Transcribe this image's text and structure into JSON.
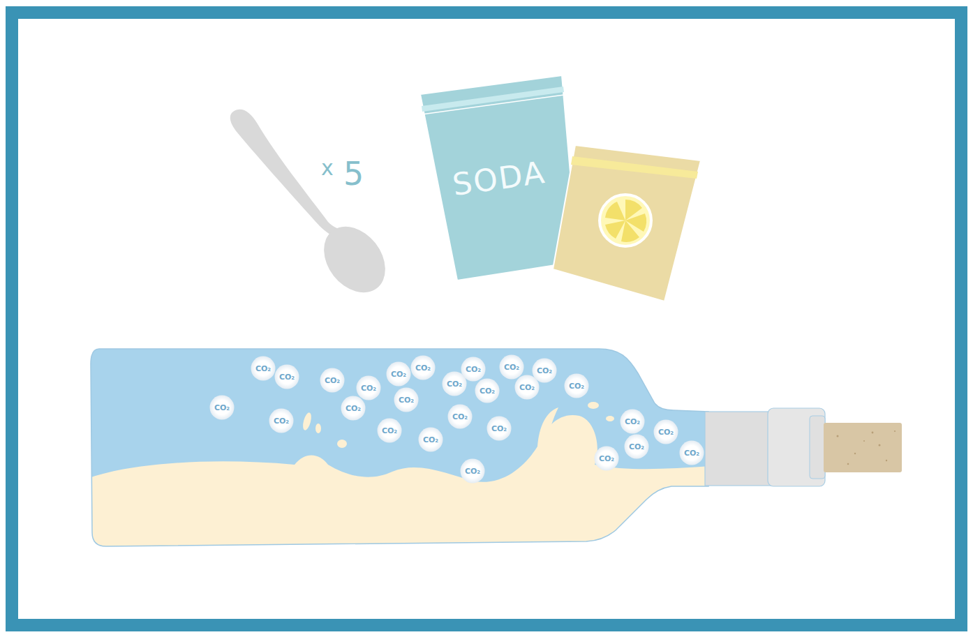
{
  "diagram": {
    "nodes": [
      {
        "text": [
          "SODA"
        ]
      },
      {
        "text": [
          "CO₂"
        ]
      },
      {
        "text": [
          "CO₂"
        ]
      },
      {
        "text": [
          "CO₂"
        ]
      },
      {
        "text": [
          "CO₂"
        ]
      },
      {
        "text": [
          "CO₂"
        ]
      },
      {
        "text": [
          "CO₂"
        ]
      },
      {
        "text": [
          "CO₂"
        ]
      },
      {
        "text": [
          "CO₂"
        ]
      },
      {
        "text": [
          "CO₂"
        ]
      },
      {
        "text": [
          "CO₂"
        ]
      },
      {
        "text": [
          "CO₂"
        ]
      },
      {
        "text": [
          "CO₂"
        ]
      },
      {
        "text": [
          "CO₂"
        ]
      },
      {
        "text": [
          "CO₂"
        ]
      },
      {
        "text": [
          "CO₂"
        ]
      },
      {
        "text": [
          "CO₂"
        ]
      },
      {
        "text": [
          "CO₂"
        ]
      },
      {
        "text": [
          "CO₂"
        ]
      },
      {
        "text": [
          "CO₂"
        ]
      },
      {
        "text": [
          "CO₂"
        ]
      },
      {
        "text": [
          "CO₂"
        ]
      },
      {
        "text": [
          "CO₂"
        ]
      },
      {
        "text": [
          "CO₂"
        ]
      },
      {
        "text": [
          "CO₂"
        ]
      },
      {
        "text": [
          "CO₂"
        ]
      },
      {
        "text": [
          "CO₂"
        ]
      },
      {
        "text": [
          "CO₂"
        ]
      }
    ],
    "labels": [
      "x",
      "5"
    ]
  }
}
